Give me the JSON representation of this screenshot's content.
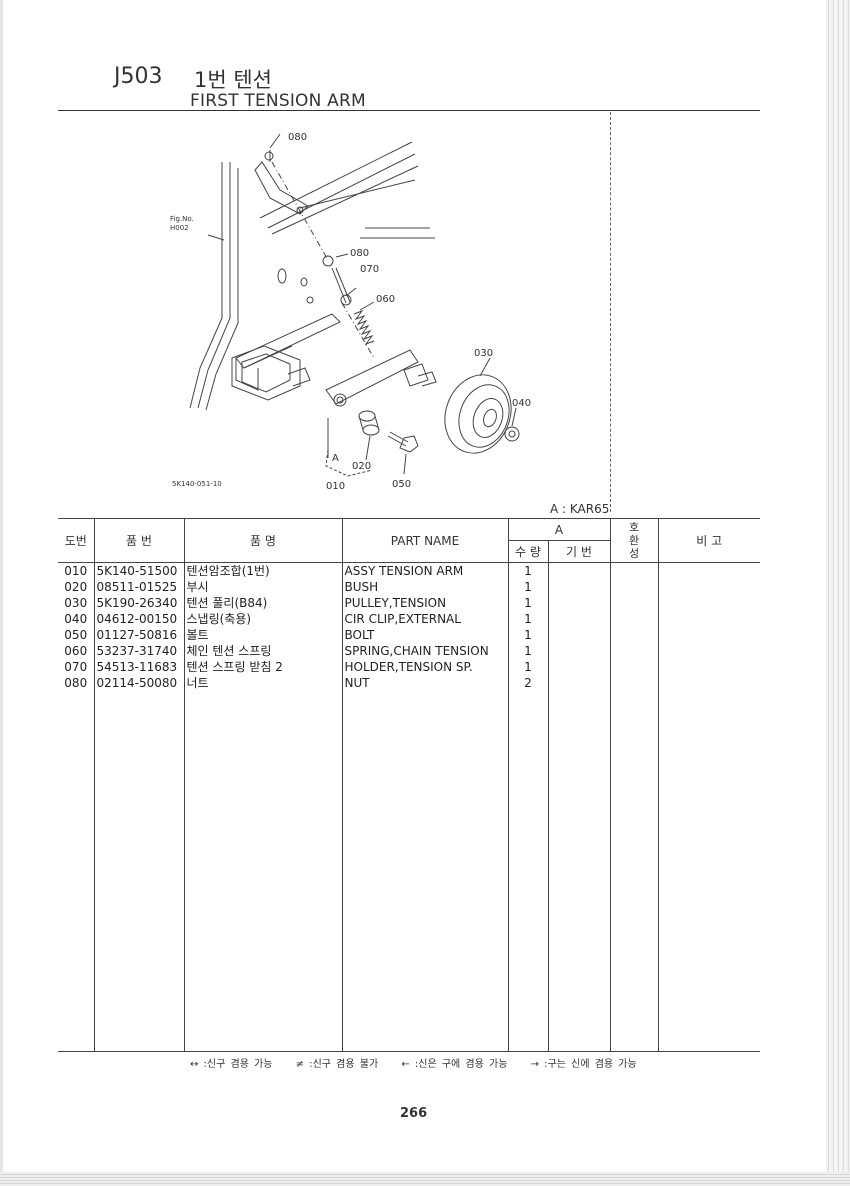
{
  "header": {
    "code": "J503",
    "title_ko": "1번 텐션",
    "title_en": "FIRST TENSION ARM"
  },
  "diagram": {
    "fig_label": "Fig.No.",
    "fig_ref": "H002",
    "drawing_no": "5K140-051-10",
    "group_label": "A",
    "callouts": [
      "080",
      "080",
      "070",
      "060",
      "030",
      "040",
      "020",
      "010",
      "050"
    ]
  },
  "model_note": "A  :  KAR65",
  "table": {
    "headers": {
      "no": "도번",
      "part_no": "품 번",
      "name_ko": "품 명",
      "part_name": "PART NAME",
      "model_group": "A",
      "qty": "수 량",
      "base_no": "기 번",
      "interchange": "호\n환\n성",
      "remark": "비 고"
    },
    "rows": [
      {
        "no": "010",
        "part_no": "5K140-51500",
        "name_ko": "텐션암조합(1번)",
        "part_name": "ASSY TENSION ARM",
        "qty": "1"
      },
      {
        "no": "020",
        "part_no": "08511-01525",
        "name_ko": "부시",
        "part_name": "BUSH",
        "qty": "1"
      },
      {
        "no": "030",
        "part_no": "5K190-26340",
        "name_ko": "텐션 풀리(B84)",
        "part_name": "PULLEY,TENSION",
        "qty": "1"
      },
      {
        "no": "040",
        "part_no": "04612-00150",
        "name_ko": "스냅링(축용)",
        "part_name": "CIR CLIP,EXTERNAL",
        "qty": "1"
      },
      {
        "no": "050",
        "part_no": "01127-50816",
        "name_ko": "볼트",
        "part_name": "BOLT",
        "qty": "1"
      },
      {
        "no": "060",
        "part_no": "53237-31740",
        "name_ko": "체인 텐션 스프링",
        "part_name": "SPRING,CHAIN TENSION",
        "qty": "1"
      },
      {
        "no": "070",
        "part_no": "54513-11683",
        "name_ko": "텐션 스프링 받침 2",
        "part_name": "HOLDER,TENSION SP.",
        "qty": "1"
      },
      {
        "no": "080",
        "part_no": "02114-50080",
        "name_ko": "너트",
        "part_name": "NUT",
        "qty": "2"
      }
    ]
  },
  "legend": [
    "↔ :신구 겸용 가능",
    "≠ :신구 겸용 불가",
    "← :신은 구에 겸용 가능",
    "→ :구는 신에 겸용 가능"
  ],
  "page_number": "266"
}
